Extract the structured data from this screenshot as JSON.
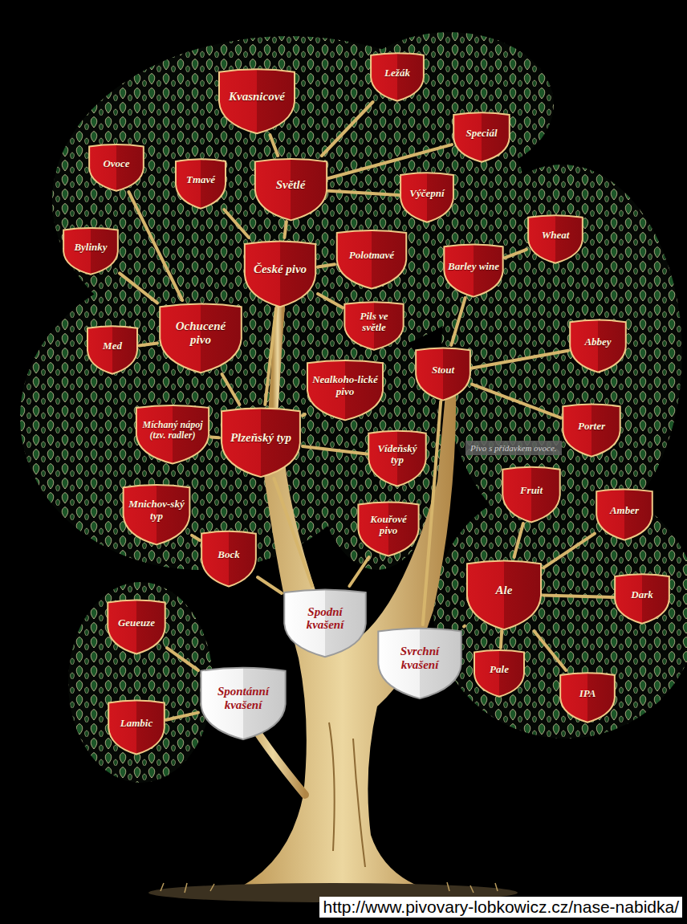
{
  "diagram": {
    "nodes": [
      {
        "text": [
          "Ležák"
        ]
      },
      {
        "text": [
          "Kvasnicové"
        ]
      },
      {
        "text": [
          "Speciál"
        ]
      },
      {
        "text": [
          "Ovoce"
        ]
      },
      {
        "text": [
          "Tmavé"
        ]
      },
      {
        "text": [
          "Světlé"
        ]
      },
      {
        "text": [
          "Výčepní"
        ]
      },
      {
        "text": [
          "Wheat"
        ]
      },
      {
        "text": [
          "Bylinky"
        ]
      },
      {
        "text": [
          "Polotmavé"
        ]
      },
      {
        "text": [
          "Barley wine"
        ]
      },
      {
        "text": [
          "České pivo"
        ]
      },
      {
        "text": [
          "Pils ve světle"
        ]
      },
      {
        "text": [
          "Ochucené pivo"
        ]
      },
      {
        "text": [
          "Abbey"
        ]
      },
      {
        "text": [
          "Med"
        ]
      },
      {
        "text": [
          "Stout"
        ]
      },
      {
        "text": [
          "Nealkoho-lické pivo"
        ]
      },
      {
        "text": [
          "Porter"
        ]
      },
      {
        "text": [
          "Míchaný nápoj (tzv. radler)"
        ]
      },
      {
        "text": [
          "Plzeňský typ"
        ]
      },
      {
        "text": [
          "Vídeňský typ"
        ]
      },
      {
        "text": [
          "Fruit"
        ]
      },
      {
        "text": [
          "Mnichov-ský typ"
        ]
      },
      {
        "text": [
          "Amber"
        ]
      },
      {
        "text": [
          "Kouřové pivo"
        ]
      },
      {
        "text": [
          "Bock"
        ]
      },
      {
        "text": [
          "Ale"
        ]
      },
      {
        "text": [
          "Dark"
        ]
      },
      {
        "text": [
          "Spodní kvašení"
        ]
      },
      {
        "text": [
          "Geueuze"
        ]
      },
      {
        "text": [
          "Svrchní kvašení"
        ]
      },
      {
        "text": [
          "Pale"
        ]
      },
      {
        "text": [
          "IPA"
        ]
      },
      {
        "text": [
          "Spontánní kvašení"
        ]
      },
      {
        "text": [
          "Lambic"
        ]
      }
    ],
    "edges": [
      {
        "from": 5,
        "to": 1,
        "arrow": "none"
      },
      {
        "from": 5,
        "to": 0,
        "arrow": "none"
      },
      {
        "from": 5,
        "to": 2,
        "arrow": "none"
      },
      {
        "from": 5,
        "to": 6,
        "arrow": "none"
      },
      {
        "from": 11,
        "to": 5,
        "arrow": "none"
      },
      {
        "from": 11,
        "to": 4,
        "arrow": "none"
      },
      {
        "from": 11,
        "to": 9,
        "arrow": "none"
      },
      {
        "from": 11,
        "to": 12,
        "arrow": "none"
      },
      {
        "from": 13,
        "to": 3,
        "arrow": "none"
      },
      {
        "from": 13,
        "to": 8,
        "arrow": "none"
      },
      {
        "from": 13,
        "to": 15,
        "arrow": "none"
      },
      {
        "from": 20,
        "to": 11,
        "arrow": "none"
      },
      {
        "from": 20,
        "to": 13,
        "arrow": "none"
      },
      {
        "from": 20,
        "to": 17,
        "arrow": "none"
      },
      {
        "from": 20,
        "to": 19,
        "arrow": "none"
      },
      {
        "from": 20,
        "to": 21,
        "arrow": "none"
      },
      {
        "from": 29,
        "to": 20,
        "arrow": "none"
      },
      {
        "from": 29,
        "to": 25,
        "arrow": "none"
      },
      {
        "from": 29,
        "to": 26,
        "arrow": "none"
      },
      {
        "from": 26,
        "to": 23,
        "arrow": "none"
      },
      {
        "from": 31,
        "to": 27,
        "arrow": "none"
      },
      {
        "from": 31,
        "to": 16,
        "arrow": "none"
      },
      {
        "from": 16,
        "to": 10,
        "arrow": "none"
      },
      {
        "from": 10,
        "to": 7,
        "arrow": "none"
      },
      {
        "from": 16,
        "to": 14,
        "arrow": "none"
      },
      {
        "from": 16,
        "to": 18,
        "arrow": "none"
      },
      {
        "from": 27,
        "to": 22,
        "arrow": "none"
      },
      {
        "from": 27,
        "to": 24,
        "arrow": "none"
      },
      {
        "from": 27,
        "to": 28,
        "arrow": "none"
      },
      {
        "from": 27,
        "to": 32,
        "arrow": "none"
      },
      {
        "from": 27,
        "to": 33,
        "arrow": "none"
      },
      {
        "from": 34,
        "to": 30,
        "arrow": "none"
      },
      {
        "from": 34,
        "to": 35,
        "arrow": "none"
      }
    ],
    "labels": [
      "Pivo s přídavkem ovoce.",
      "http://www.pivovary-lobkowicz.cz/nase-nabidka/"
    ]
  }
}
